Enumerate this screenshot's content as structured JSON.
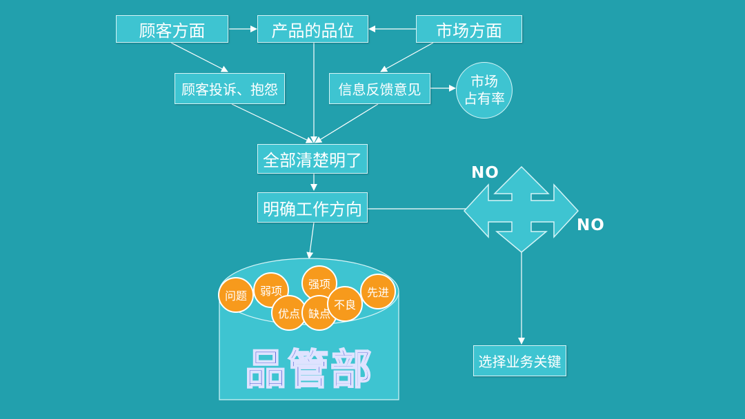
{
  "nodes": {
    "customer": "顾客方面",
    "product_position": "产品的品位",
    "market": "市场方面",
    "complaints": "顾客投诉、抱怨",
    "feedback": "信息反馈意见",
    "market_share_line1": "市场",
    "market_share_line2": "占有率",
    "all_clear": "全部清楚明了",
    "direction": "明确工作方向",
    "key_business": "选择业务关键"
  },
  "labels": {
    "no_top": "NO",
    "no_right": "NO"
  },
  "department": {
    "title": "品管部",
    "items": [
      "问题",
      "弱项",
      "强项",
      "先进",
      "优点",
      "缺点",
      "不良"
    ]
  },
  "colors": {
    "background": "#22a0ad",
    "box_fill": "#3ec4d1",
    "orange": "#f79a1c",
    "department_text": "#2f3fc4"
  }
}
